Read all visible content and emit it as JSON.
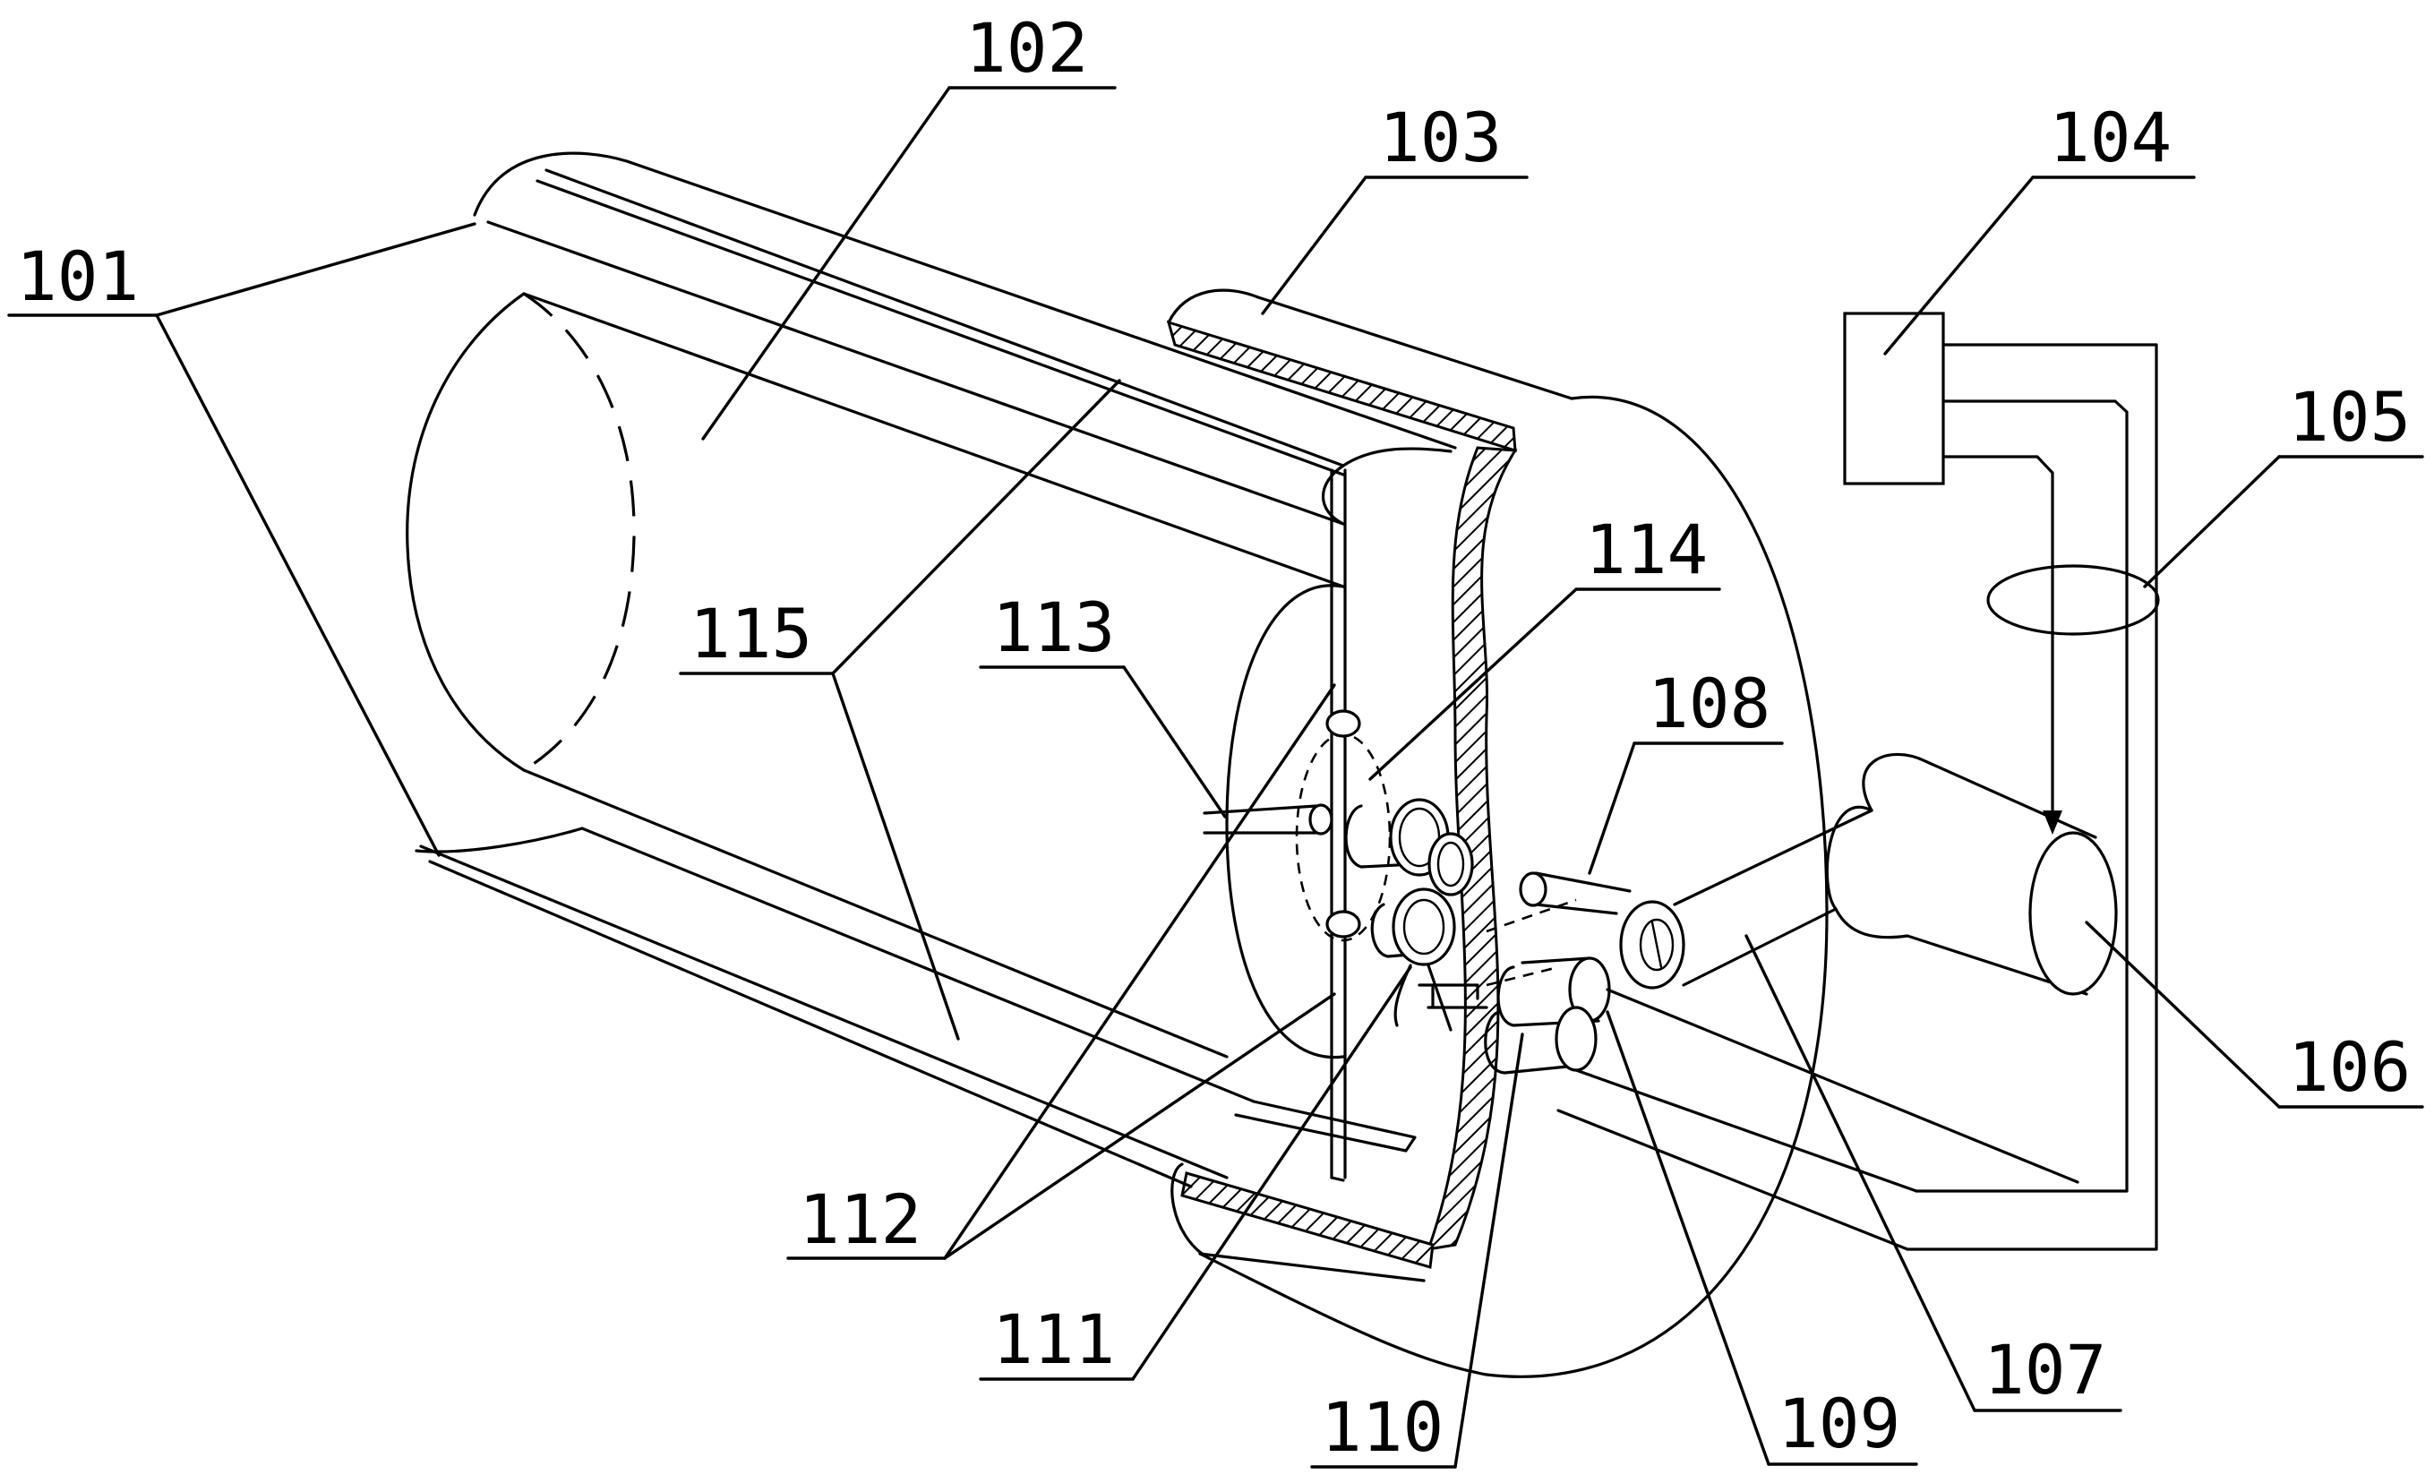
{
  "labels": {
    "l101": "101",
    "l102": "102",
    "l103": "103",
    "l104": "104",
    "l105": "105",
    "l106": "106",
    "l107": "107",
    "l108": "108",
    "l109": "109",
    "l110": "110",
    "l111": "111",
    "l112": "112",
    "l113": "113",
    "l114": "114",
    "l115": "115"
  },
  "colors": {
    "line": "#000000",
    "background": "#ffffff"
  }
}
